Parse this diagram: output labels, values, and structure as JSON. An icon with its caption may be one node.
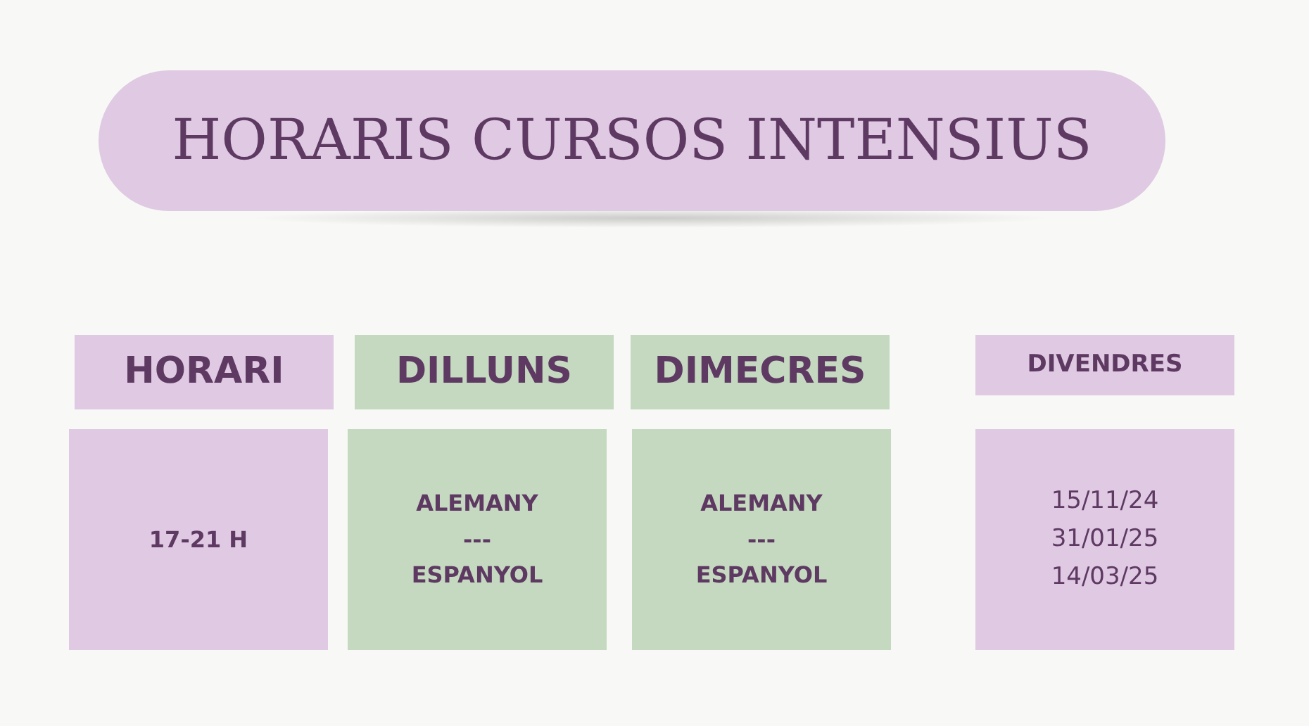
{
  "diagram": {
    "title": "HORARIS CURSOS INTENSIUS",
    "nodes": [
      {
        "text": [
          "HORARI"
        ]
      },
      {
        "text": [
          "DILLUNS"
        ]
      },
      {
        "text": [
          "DIMECRES"
        ]
      },
      {
        "text": [
          "DIVENDRES"
        ]
      },
      {
        "text": [
          "17-21 H"
        ]
      },
      {
        "text": [
          "ALEMANY --- ESPANYOL"
        ]
      },
      {
        "text": [
          "ALEMANY --- ESPANYOL"
        ]
      },
      {
        "text": [
          "15/11/24 31/01/25 14/03/25"
        ]
      }
    ],
    "edges": []
  }
}
